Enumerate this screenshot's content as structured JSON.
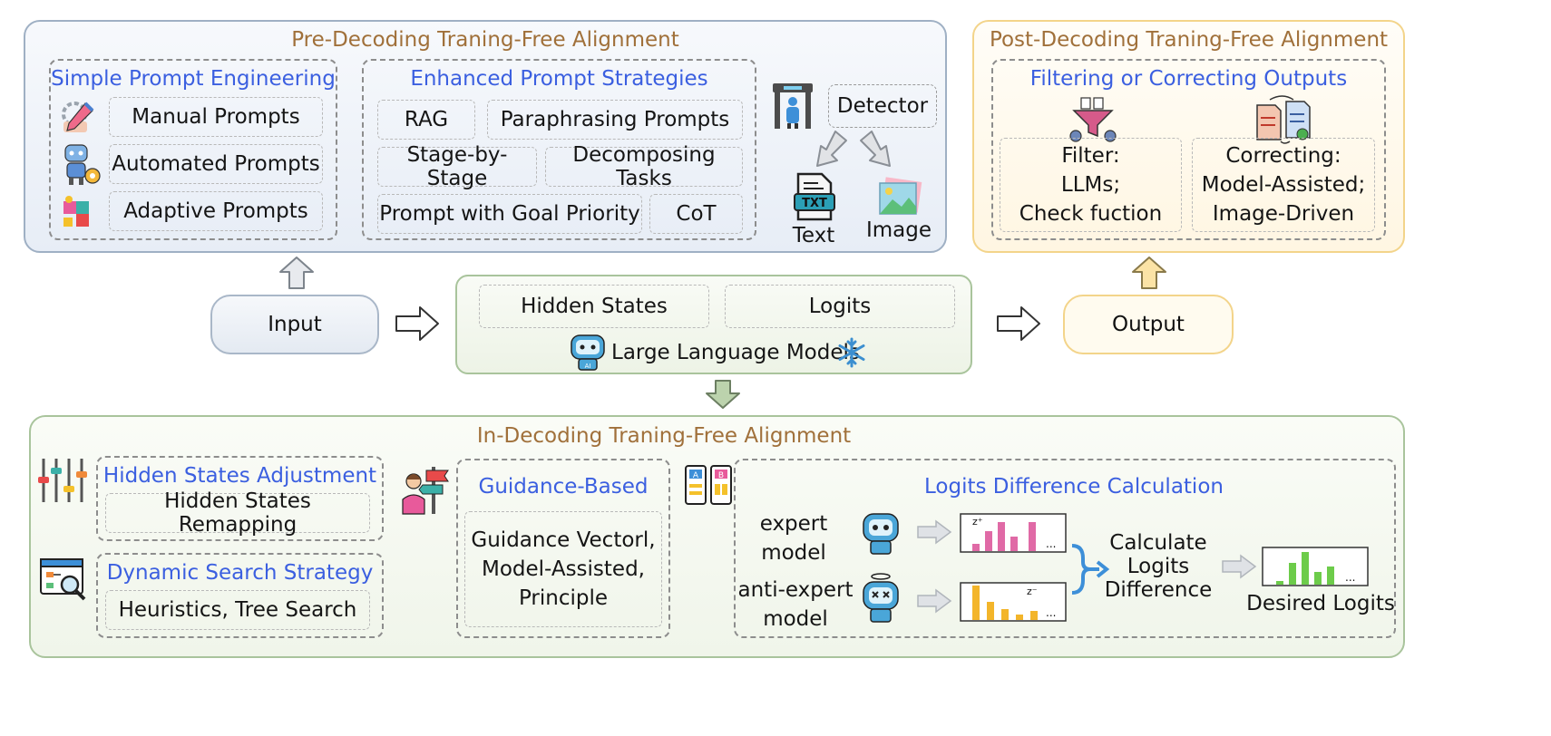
{
  "pre_decoding": {
    "title": "Pre-Decoding Traning-Free Alignment",
    "simple": {
      "title": "Simple Prompt Engineering",
      "items": [
        "Manual Prompts",
        "Automated Prompts",
        "Adaptive Prompts"
      ]
    },
    "enhanced": {
      "title": "Enhanced Prompt Strategies",
      "items": [
        "RAG",
        "Paraphrasing Prompts",
        "Stage-by-Stage",
        "Decomposing Tasks",
        "Prompt with Goal Priority",
        "CoT"
      ]
    },
    "detector": {
      "label": "Detector",
      "text_label": "Text",
      "image_label": "Image",
      "txt_badge": "TXT"
    }
  },
  "post_decoding": {
    "title": "Post-Decoding Traning-Free Alignment",
    "box_title": "Filtering or Correcting Outputs",
    "filter_text": "Filter:\nLLMs;\nCheck fuction",
    "correct_text": "Correcting:\nModel-Assisted;\nImage-Driven"
  },
  "middle": {
    "input": "Input",
    "output": "Output",
    "hidden_states": "Hidden States",
    "logits": "Logits",
    "llm": "Large Language Models",
    "ai_badge": "AI"
  },
  "in_decoding": {
    "title": "In-Decoding Traning-Free Alignment",
    "hidden_adj": {
      "title": "Hidden States Adjustment",
      "item": "Hidden States Remapping"
    },
    "dynamic": {
      "title": "Dynamic Search Strategy",
      "item": "Heuristics, Tree Search"
    },
    "guidance": {
      "title": "Guidance-Based",
      "item": "Guidance Vectorl,\nModel-Assisted,\nPrinciple"
    },
    "logits_diff": {
      "title": "Logits Difference Calculation",
      "expert": "expert\nmodel",
      "anti_expert": "anti-expert\nmodel",
      "calc": "Calculate\nLogits\nDifference",
      "desired": "Desired Logits",
      "z_plus": "z⁺",
      "z_minus": "z⁻",
      "dots": "...",
      "ab_a": "A",
      "ab_b": "B"
    }
  },
  "colors": {
    "pre_border": "#9fb0c4",
    "pre_fill": "#eef2f8",
    "post_border": "#f3d48a",
    "post_fill": "#fffaf0",
    "green_border": "#a9c49c",
    "green_fill": "#f4f8f0",
    "title_blue": "#3b5fe0",
    "title_brown": "#a0703a"
  }
}
